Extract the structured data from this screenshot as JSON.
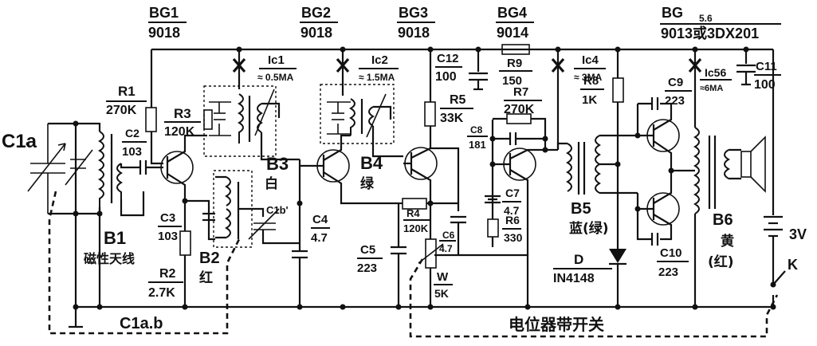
{
  "headers": {
    "bg1": {
      "name": "BG1",
      "model": "9018"
    },
    "bg2": {
      "name": "BG2",
      "model": "9018"
    },
    "bg3": {
      "name": "BG3",
      "model": "9018"
    },
    "bg4": {
      "name": "BG4",
      "model": "9014"
    },
    "bg56": {
      "name": "BG",
      "sub": "5.6",
      "model": "9013或3DX201"
    }
  },
  "currents": {
    "ic1": {
      "name": "Ic1",
      "value": "≈ 0.5MA"
    },
    "ic2": {
      "name": "Ic2",
      "value": "≈ 1.5MA"
    },
    "ic4": {
      "name": "Ic4",
      "value": "≈ 3MA"
    },
    "ic56": {
      "name": "Ic56",
      "value": "≈6MA"
    }
  },
  "labels": {
    "c1a": {
      "main": "C1a",
      "sub": "′"
    },
    "r1": {
      "name": "R1",
      "value": "270K"
    },
    "c2": {
      "name": "C2",
      "value": "103"
    },
    "r3": {
      "name": "R3",
      "value": "120K"
    },
    "c3": {
      "name": "C3",
      "value": "103"
    },
    "r2": {
      "name": "R2",
      "value": "2.7K"
    },
    "b1": {
      "name": "B1",
      "desc": "磁性天线"
    },
    "b2": {
      "name": "B2",
      "desc": "红"
    },
    "b3": {
      "name": "B3",
      "desc": "白"
    },
    "b4": {
      "name": "B4",
      "desc": "绿"
    },
    "b5": {
      "name": "B5",
      "desc": "蓝(绿)"
    },
    "b6": {
      "name": "B6",
      "desc": "黄",
      "desc2": "(红)"
    },
    "c1b": {
      "name": "C1b'"
    },
    "c4": {
      "name": "C4",
      "value": "4.7"
    },
    "c5": {
      "name": "C5",
      "value": "223"
    },
    "c6": {
      "name": "C6",
      "value": "4.7"
    },
    "c7": {
      "name": "C7",
      "value": "4.7"
    },
    "c8": {
      "name": "C8",
      "value": "181"
    },
    "c9": {
      "name": "C9",
      "value": "223"
    },
    "c10": {
      "name": "C10",
      "value": "223"
    },
    "c11": {
      "name": "C11",
      "value": "100"
    },
    "c12": {
      "name": "C12",
      "value": "100"
    },
    "r4": {
      "name": "R4",
      "value": "120K"
    },
    "r5": {
      "name": "R5",
      "value": "33K"
    },
    "r6": {
      "name": "R6",
      "value": "330"
    },
    "r7": {
      "name": "R7",
      "value": "270K"
    },
    "r8": {
      "name": "R8",
      "value": "1K"
    },
    "r9": {
      "name": "R9",
      "value": "150"
    },
    "w": {
      "name": "W",
      "value": "5K"
    },
    "d": {
      "name": "D",
      "value": "IN4148"
    },
    "battery": "3V",
    "k": "K",
    "c1ab": {
      "main": "C1a.b",
      "sub": ""
    },
    "switch_note": "电位器带开关"
  }
}
